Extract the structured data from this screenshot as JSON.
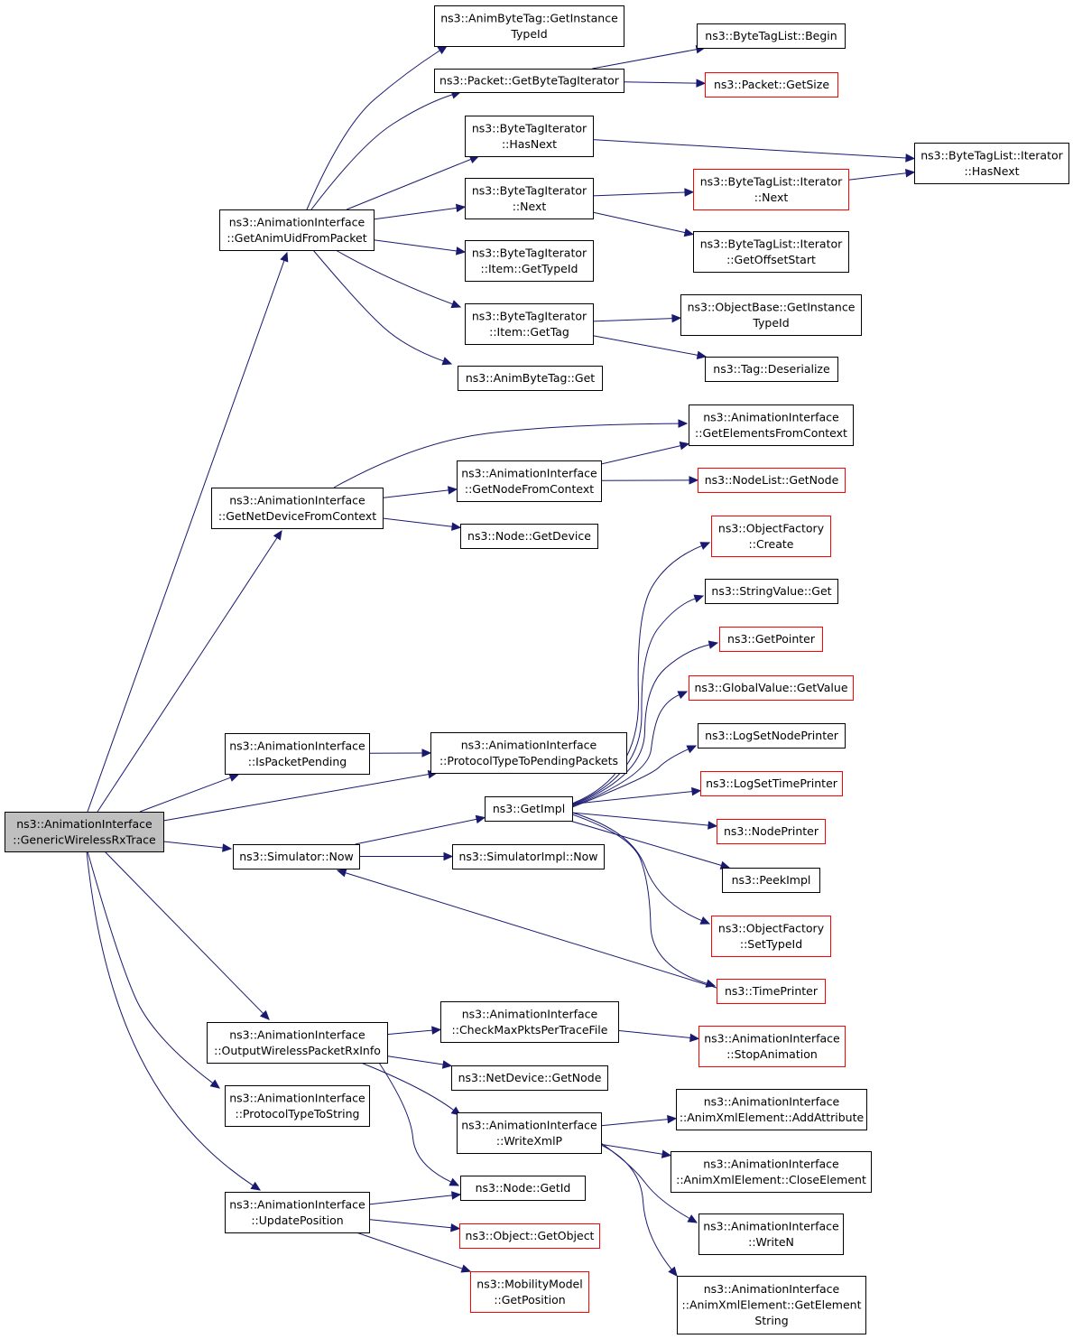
{
  "colors": {
    "edge": "#191970",
    "node_border": "#000000",
    "truncated_border": "#ff0000",
    "root_fill": "#bfbfbf"
  },
  "nodes": [
    {
      "id": "root",
      "lines": [
        "ns3::AnimationInterface",
        "::GenericWirelessRxTrace"
      ],
      "style": "root"
    },
    {
      "id": "getAnimUid",
      "lines": [
        "ns3::AnimationInterface",
        "::GetAnimUidFromPacket"
      ]
    },
    {
      "id": "animByteTagGetInstanceTypeId",
      "lines": [
        "ns3::AnimByteTag::GetInstance",
        "TypeId"
      ]
    },
    {
      "id": "packetGetByteTagIterator",
      "lines": [
        "ns3::Packet::GetByteTagIterator"
      ]
    },
    {
      "id": "byteTagListBegin",
      "lines": [
        "ns3::ByteTagList::Begin"
      ]
    },
    {
      "id": "packetGetSize",
      "lines": [
        "ns3::Packet::GetSize"
      ],
      "style": "trunc"
    },
    {
      "id": "byteTagIterHasNext",
      "lines": [
        "ns3::ByteTagIterator",
        "::HasNext"
      ]
    },
    {
      "id": "byteTagListIterHasNext",
      "lines": [
        "ns3::ByteTagList::Iterator",
        "::HasNext"
      ]
    },
    {
      "id": "byteTagIterNext",
      "lines": [
        "ns3::ByteTagIterator",
        "::Next"
      ]
    },
    {
      "id": "byteTagListIterNext",
      "lines": [
        "ns3::ByteTagList::Iterator",
        "::Next"
      ],
      "style": "trunc"
    },
    {
      "id": "byteTagListIterGetOffsetStart",
      "lines": [
        "ns3::ByteTagList::Iterator",
        "::GetOffsetStart"
      ]
    },
    {
      "id": "byteTagIterItemGetTypeId",
      "lines": [
        "ns3::ByteTagIterator",
        "::Item::GetTypeId"
      ]
    },
    {
      "id": "byteTagIterItemGetTag",
      "lines": [
        "ns3::ByteTagIterator",
        "::Item::GetTag"
      ]
    },
    {
      "id": "objectBaseGetInstanceTypeId",
      "lines": [
        "ns3::ObjectBase::GetInstance",
        "TypeId"
      ]
    },
    {
      "id": "tagDeserialize",
      "lines": [
        "ns3::Tag::Deserialize"
      ]
    },
    {
      "id": "animByteTagGet",
      "lines": [
        "ns3::AnimByteTag::Get"
      ]
    },
    {
      "id": "getElementsFromContext",
      "lines": [
        "ns3::AnimationInterface",
        "::GetElementsFromContext"
      ]
    },
    {
      "id": "getNetDeviceFromContext",
      "lines": [
        "ns3::AnimationInterface",
        "::GetNetDeviceFromContext"
      ]
    },
    {
      "id": "getNodeFromContext",
      "lines": [
        "ns3::AnimationInterface",
        "::GetNodeFromContext"
      ]
    },
    {
      "id": "nodeListGetNode",
      "lines": [
        "ns3::NodeList::GetNode"
      ],
      "style": "trunc"
    },
    {
      "id": "nodeGetDevice",
      "lines": [
        "ns3::Node::GetDevice"
      ]
    },
    {
      "id": "objectFactoryCreate",
      "lines": [
        "ns3::ObjectFactory",
        "::Create"
      ],
      "style": "trunc"
    },
    {
      "id": "stringValueGet",
      "lines": [
        "ns3::StringValue::Get"
      ]
    },
    {
      "id": "getPointer",
      "lines": [
        "ns3::GetPointer"
      ],
      "style": "trunc"
    },
    {
      "id": "globalValueGetValue",
      "lines": [
        "ns3::GlobalValue::GetValue"
      ],
      "style": "trunc"
    },
    {
      "id": "logSetNodePrinter",
      "lines": [
        "ns3::LogSetNodePrinter"
      ]
    },
    {
      "id": "logSetTimePrinter",
      "lines": [
        "ns3::LogSetTimePrinter"
      ],
      "style": "trunc"
    },
    {
      "id": "isPacketPending",
      "lines": [
        "ns3::AnimationInterface",
        "::IsPacketPending"
      ]
    },
    {
      "id": "protocolTypeToPendingPackets",
      "lines": [
        "ns3::AnimationInterface",
        "::ProtocolTypeToPendingPackets"
      ]
    },
    {
      "id": "getImpl",
      "lines": [
        "ns3::GetImpl"
      ]
    },
    {
      "id": "nodePrinter",
      "lines": [
        "ns3::NodePrinter"
      ],
      "style": "trunc"
    },
    {
      "id": "simulatorNow",
      "lines": [
        "ns3::Simulator::Now"
      ]
    },
    {
      "id": "simulatorImplNow",
      "lines": [
        "ns3::SimulatorImpl::Now"
      ]
    },
    {
      "id": "peekImpl",
      "lines": [
        "ns3::PeekImpl"
      ]
    },
    {
      "id": "objectFactorySetTypeId",
      "lines": [
        "ns3::ObjectFactory",
        "::SetTypeId"
      ],
      "style": "trunc"
    },
    {
      "id": "timePrinter",
      "lines": [
        "ns3::TimePrinter"
      ],
      "style": "trunc"
    },
    {
      "id": "checkMaxPkts",
      "lines": [
        "ns3::AnimationInterface",
        "::CheckMaxPktsPerTraceFile"
      ]
    },
    {
      "id": "outputWirelessPacketRxInfo",
      "lines": [
        "ns3::AnimationInterface",
        "::OutputWirelessPacketRxInfo"
      ]
    },
    {
      "id": "stopAnimation",
      "lines": [
        "ns3::AnimationInterface",
        "::StopAnimation"
      ],
      "style": "trunc"
    },
    {
      "id": "netDeviceGetNode",
      "lines": [
        "ns3::NetDevice::GetNode"
      ]
    },
    {
      "id": "protocolTypeToString",
      "lines": [
        "ns3::AnimationInterface",
        "::ProtocolTypeToString"
      ]
    },
    {
      "id": "writeXmlP",
      "lines": [
        "ns3::AnimationInterface",
        "::WriteXmlP"
      ]
    },
    {
      "id": "addAttribute",
      "lines": [
        "ns3::AnimationInterface",
        "::AnimXmlElement::AddAttribute"
      ]
    },
    {
      "id": "closeElement",
      "lines": [
        "ns3::AnimationInterface",
        "::AnimXmlElement::CloseElement"
      ]
    },
    {
      "id": "nodeGetId",
      "lines": [
        "ns3::Node::GetId"
      ]
    },
    {
      "id": "updatePosition",
      "lines": [
        "ns3::AnimationInterface",
        "::UpdatePosition"
      ]
    },
    {
      "id": "objectGetObject",
      "lines": [
        "ns3::Object::GetObject"
      ],
      "style": "trunc"
    },
    {
      "id": "writeN",
      "lines": [
        "ns3::AnimationInterface",
        "::WriteN"
      ]
    },
    {
      "id": "mobilityModelGetPosition",
      "lines": [
        "ns3::MobilityModel",
        "::GetPosition"
      ],
      "style": "trunc"
    },
    {
      "id": "getElementString",
      "lines": [
        "ns3::AnimationInterface",
        "::AnimXmlElement::GetElement",
        "String"
      ]
    }
  ],
  "edges": [
    [
      "root",
      "getAnimUid"
    ],
    [
      "root",
      "getNetDeviceFromContext"
    ],
    [
      "root",
      "isPacketPending"
    ],
    [
      "root",
      "protocolTypeToPendingPackets"
    ],
    [
      "root",
      "simulatorNow"
    ],
    [
      "root",
      "outputWirelessPacketRxInfo"
    ],
    [
      "root",
      "protocolTypeToString"
    ],
    [
      "root",
      "updatePosition"
    ],
    [
      "getAnimUid",
      "animByteTagGetInstanceTypeId"
    ],
    [
      "getAnimUid",
      "packetGetByteTagIterator"
    ],
    [
      "getAnimUid",
      "byteTagIterHasNext"
    ],
    [
      "getAnimUid",
      "byteTagIterNext"
    ],
    [
      "getAnimUid",
      "byteTagIterItemGetTypeId"
    ],
    [
      "getAnimUid",
      "byteTagIterItemGetTag"
    ],
    [
      "getAnimUid",
      "animByteTagGet"
    ],
    [
      "packetGetByteTagIterator",
      "byteTagListBegin"
    ],
    [
      "packetGetByteTagIterator",
      "packetGetSize"
    ],
    [
      "byteTagIterHasNext",
      "byteTagListIterHasNext"
    ],
    [
      "byteTagIterNext",
      "byteTagListIterNext"
    ],
    [
      "byteTagIterNext",
      "byteTagListIterGetOffsetStart"
    ],
    [
      "byteTagListIterNext",
      "byteTagListIterHasNext"
    ],
    [
      "byteTagIterItemGetTag",
      "objectBaseGetInstanceTypeId"
    ],
    [
      "byteTagIterItemGetTag",
      "tagDeserialize"
    ],
    [
      "getNetDeviceFromContext",
      "getElementsFromContext"
    ],
    [
      "getNetDeviceFromContext",
      "getNodeFromContext"
    ],
    [
      "getNetDeviceFromContext",
      "nodeGetDevice"
    ],
    [
      "getNodeFromContext",
      "getElementsFromContext"
    ],
    [
      "getNodeFromContext",
      "nodeListGetNode"
    ],
    [
      "isPacketPending",
      "protocolTypeToPendingPackets"
    ],
    [
      "simulatorNow",
      "getImpl"
    ],
    [
      "simulatorNow",
      "simulatorImplNow"
    ],
    [
      "getImpl",
      "objectFactoryCreate"
    ],
    [
      "getImpl",
      "stringValueGet"
    ],
    [
      "getImpl",
      "getPointer"
    ],
    [
      "getImpl",
      "globalValueGetValue"
    ],
    [
      "getImpl",
      "logSetNodePrinter"
    ],
    [
      "getImpl",
      "logSetTimePrinter"
    ],
    [
      "getImpl",
      "nodePrinter"
    ],
    [
      "getImpl",
      "peekImpl"
    ],
    [
      "getImpl",
      "objectFactorySetTypeId"
    ],
    [
      "getImpl",
      "timePrinter"
    ],
    [
      "timePrinter",
      "simulatorNow"
    ],
    [
      "outputWirelessPacketRxInfo",
      "checkMaxPkts"
    ],
    [
      "outputWirelessPacketRxInfo",
      "netDeviceGetNode"
    ],
    [
      "outputWirelessPacketRxInfo",
      "writeXmlP"
    ],
    [
      "outputWirelessPacketRxInfo",
      "nodeGetId"
    ],
    [
      "checkMaxPkts",
      "stopAnimation"
    ],
    [
      "writeXmlP",
      "addAttribute"
    ],
    [
      "writeXmlP",
      "closeElement"
    ],
    [
      "writeXmlP",
      "writeN"
    ],
    [
      "writeXmlP",
      "getElementString"
    ],
    [
      "updatePosition",
      "nodeGetId"
    ],
    [
      "updatePosition",
      "objectGetObject"
    ],
    [
      "updatePosition",
      "mobilityModelGetPosition"
    ]
  ]
}
